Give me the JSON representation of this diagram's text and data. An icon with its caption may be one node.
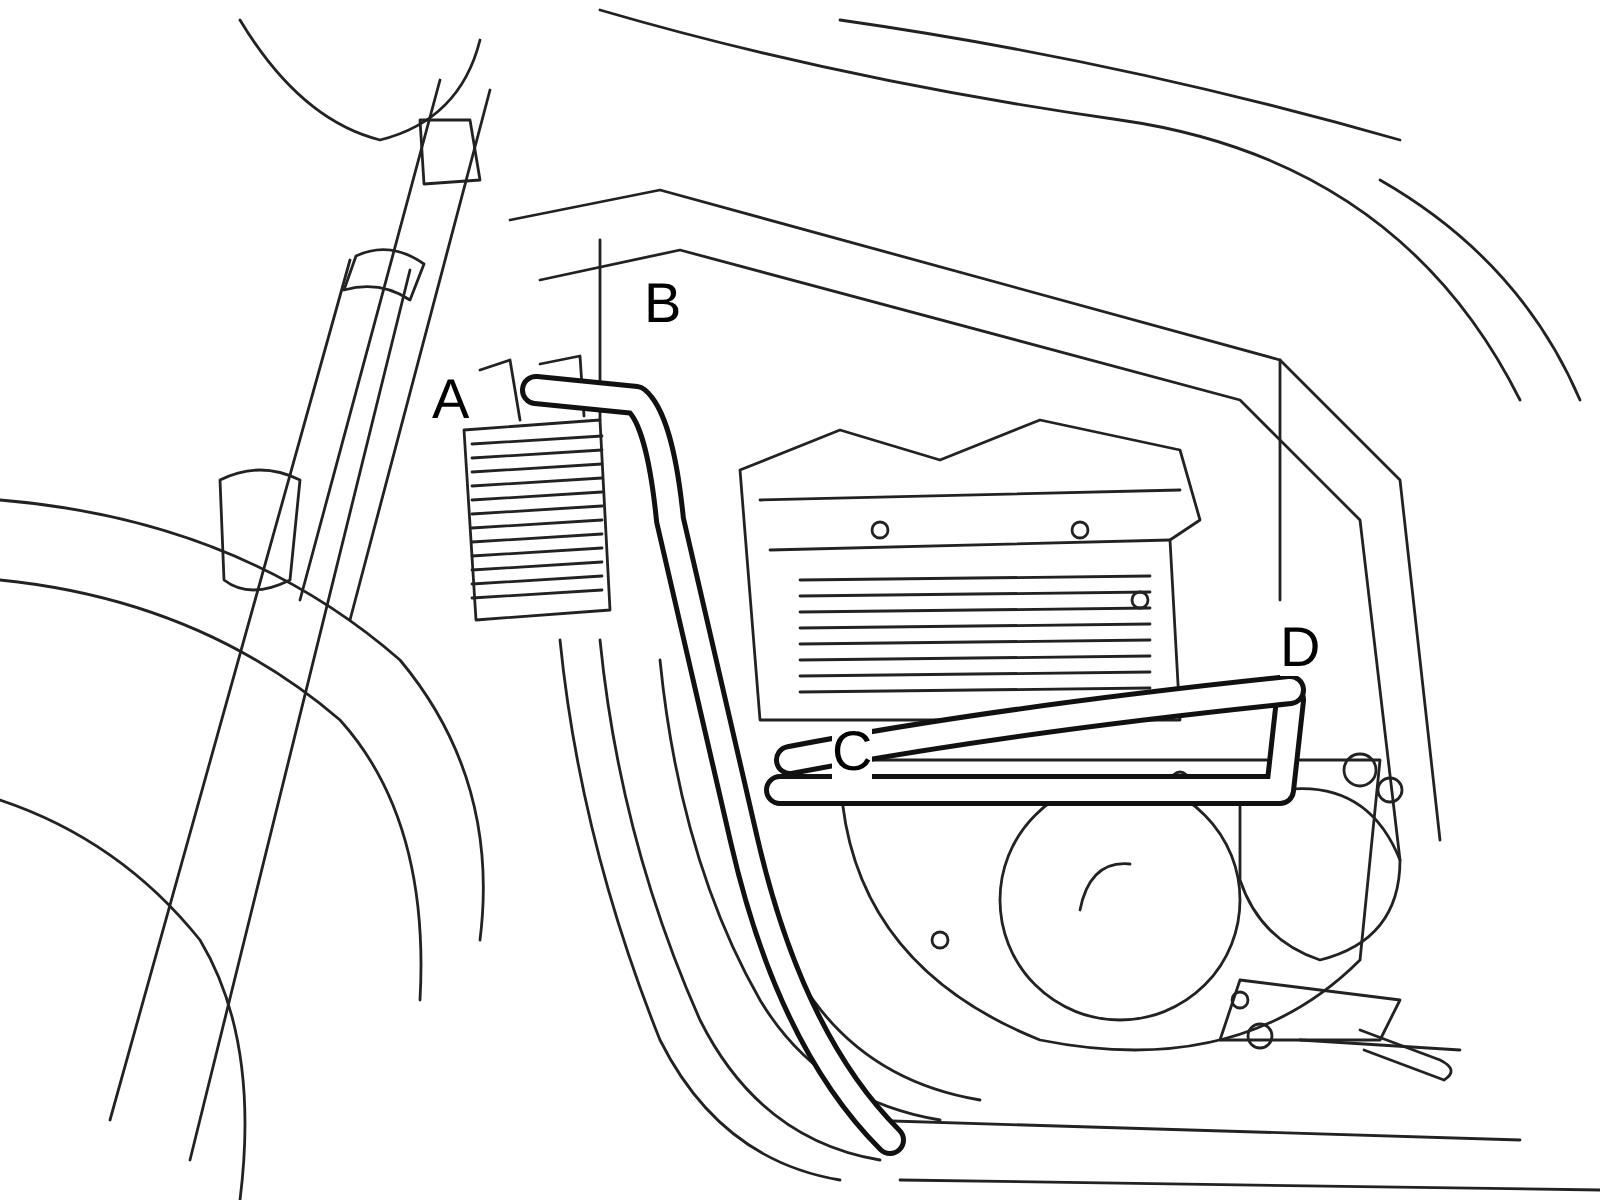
{
  "diagram": {
    "labels": [
      "B",
      "A",
      "D",
      "C"
    ]
  }
}
